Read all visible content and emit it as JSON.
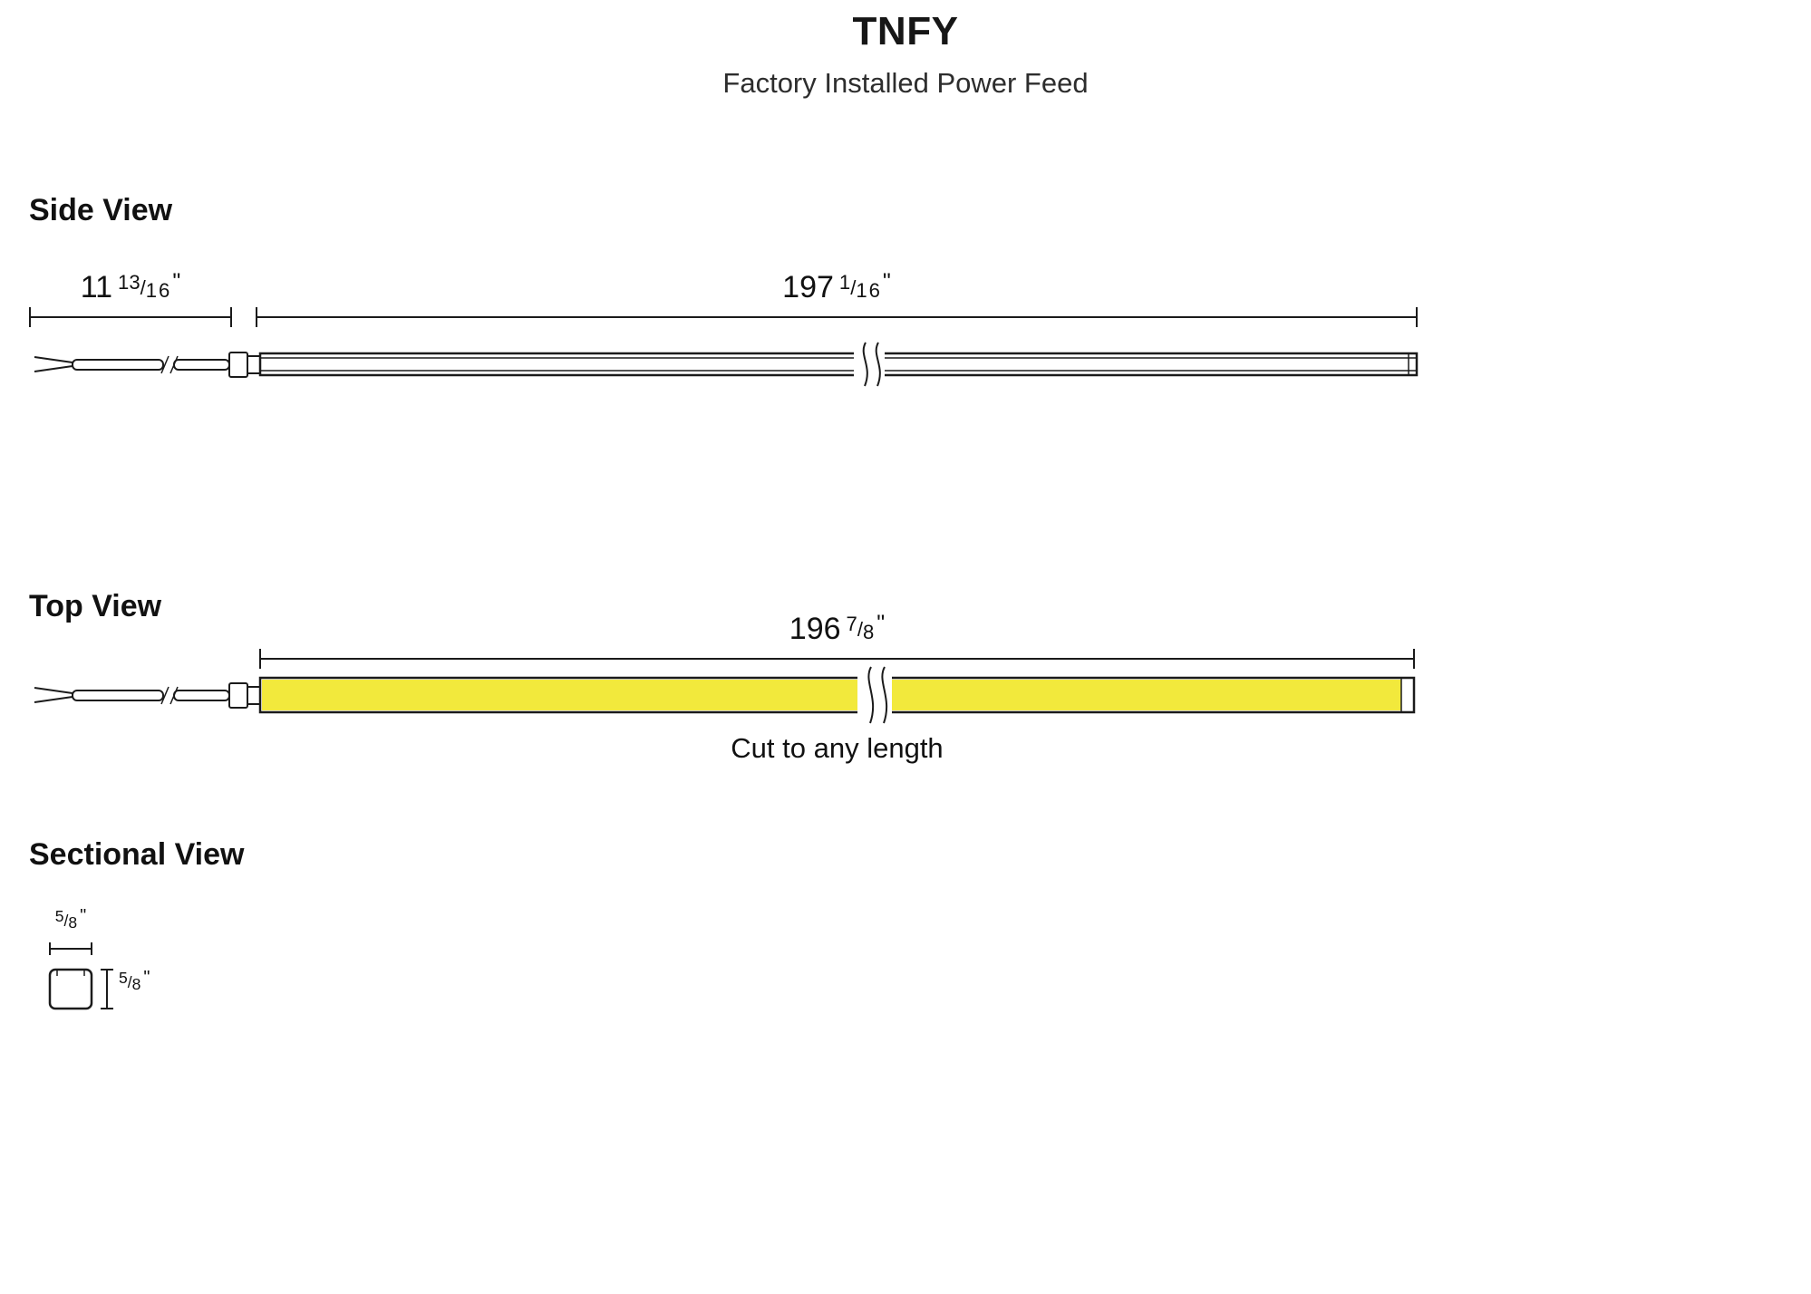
{
  "title": "TNFY",
  "subtitle": "Factory Installed Power Feed",
  "colors": {
    "strip_yellow": "#F2E93C",
    "line_black": "#1b1b1b"
  },
  "side_view": {
    "heading": "Side View",
    "feed_dim": {
      "whole": "11",
      "numerator": "13",
      "denominator": "16",
      "unit": "\""
    },
    "strip_dim": {
      "whole": "197",
      "numerator": "1",
      "denominator": "16",
      "unit": "\""
    }
  },
  "top_view": {
    "heading": "Top View",
    "strip_dim": {
      "whole": "196",
      "numerator": "7",
      "denominator": "8",
      "unit": "\""
    },
    "note": "Cut to any length"
  },
  "sectional_view": {
    "heading": "Sectional View",
    "width_dim": {
      "whole": "",
      "numerator": "5",
      "denominator": "8",
      "unit": "\""
    },
    "height_dim": {
      "whole": "",
      "numerator": "5",
      "denominator": "8",
      "unit": "\""
    }
  }
}
